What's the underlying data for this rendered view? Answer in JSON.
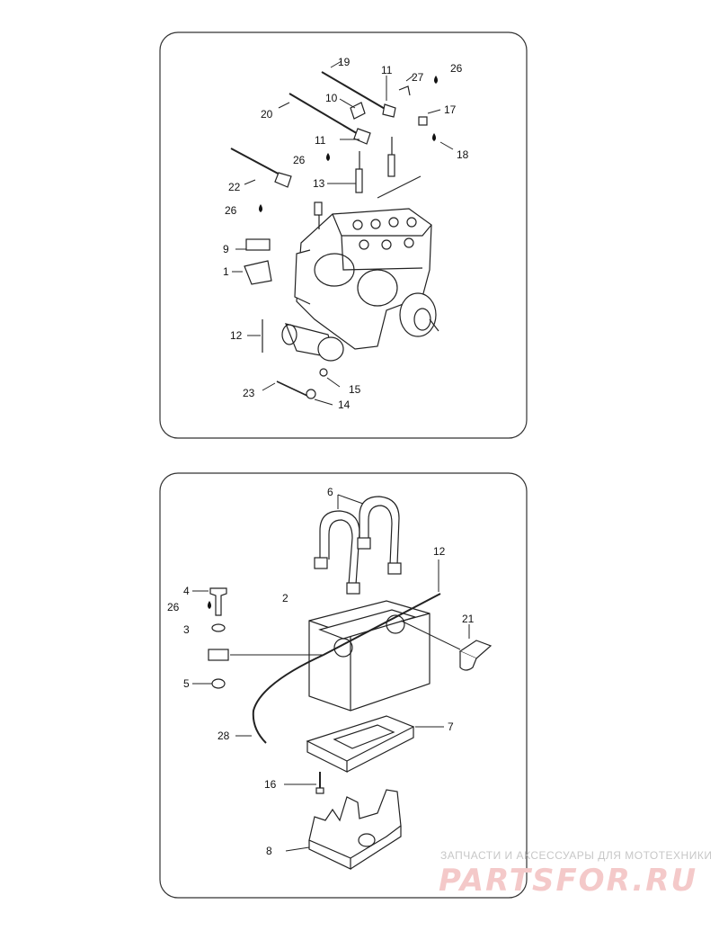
{
  "diagram_1": {
    "callouts": [
      "19",
      "11",
      "27",
      "26",
      "10",
      "17",
      "20",
      "11",
      "26",
      "18",
      "13",
      "22",
      "26",
      "9",
      "1",
      "12",
      "15",
      "23",
      "14"
    ]
  },
  "diagram_2": {
    "callouts": [
      "6",
      "12",
      "4",
      "2",
      "26",
      "21",
      "3",
      "5",
      "28",
      "7",
      "16",
      "8"
    ]
  },
  "watermark": {
    "caption": "ЗАПЧАСТИ И АКСЕССУАРЫ ДЛЯ МОТОТЕХНИКИ",
    "logo": "PARTSFOR.RU"
  },
  "colors": {
    "line": "#222222",
    "watermark_text": "#c7c7c7",
    "watermark_logo": "#f4c9c9"
  }
}
